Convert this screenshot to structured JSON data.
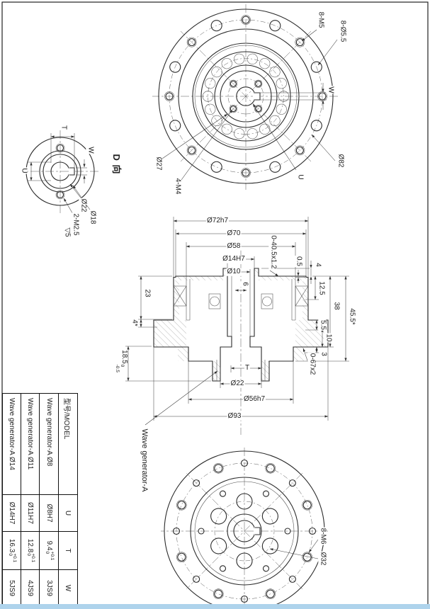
{
  "sheet": {
    "bg": "#ffffff",
    "line_color": "#2b2b2b",
    "edge_strip_color": "#aed3ec"
  },
  "front_view": {
    "labels": {
      "m5": "8-M5",
      "d55": "8-Ø5.5",
      "d82": "Ø82",
      "w": "W",
      "u": "U",
      "d27": "Ø27",
      "m4": "4-M4"
    }
  },
  "d_view": {
    "title": "D 向",
    "labels": {
      "t": "T",
      "w": "W",
      "u": "U",
      "d22": "Ø22",
      "d18": "Ø18",
      "m25": "2-M2.5",
      "depth": "▽5"
    }
  },
  "section": {
    "left_dims": {
      "d72": "Ø72h7",
      "d70": "Ø70",
      "d58": "Ø58",
      "d14": "Ø14H7",
      "d10": "Ø10"
    },
    "right_dims": {
      "t": "T",
      "d22": "Ø22",
      "d56": "Ø56h7",
      "d93": "Ø93"
    },
    "axial_dims": {
      "a05": "0.5",
      "a4": "4",
      "a125": "12.5",
      "a38": "38",
      "a455": "45.5*",
      "a55": "5.5",
      "a10": "10",
      "a3": "3",
      "a23": "23",
      "a4s": "4*",
      "a6": "6"
    },
    "tol_dim": {
      "v": "18.5",
      "sup": "0",
      "sub": "-0.5"
    },
    "orings": {
      "left": "0-40.5x1.2",
      "right": "0-67x2"
    },
    "callout": "Wave generator-A"
  },
  "rear_view": {
    "labels": {
      "m6": "8-M6",
      "d32": "Ø32"
    }
  },
  "table": {
    "headers": [
      "型号/MODEL",
      "U",
      "T",
      "W"
    ],
    "rows": [
      {
        "model": "Wave generator-A Ø8",
        "u": "Ø8H7",
        "t": {
          "v": "9.4",
          "sup": "+0.1",
          "sub": "0"
        },
        "w": "3JS9"
      },
      {
        "model": "Wave generator-A Ø11",
        "u": "Ø11H7",
        "t": {
          "v": "12.8",
          "sup": "+0.1",
          "sub": "0"
        },
        "w": "4JS9"
      },
      {
        "model": "Wave generator-A Ø14",
        "u": "Ø14H7",
        "t": {
          "v": "16.3",
          "sup": "+0.1",
          "sub": "0"
        },
        "w": "5JS9"
      }
    ]
  }
}
